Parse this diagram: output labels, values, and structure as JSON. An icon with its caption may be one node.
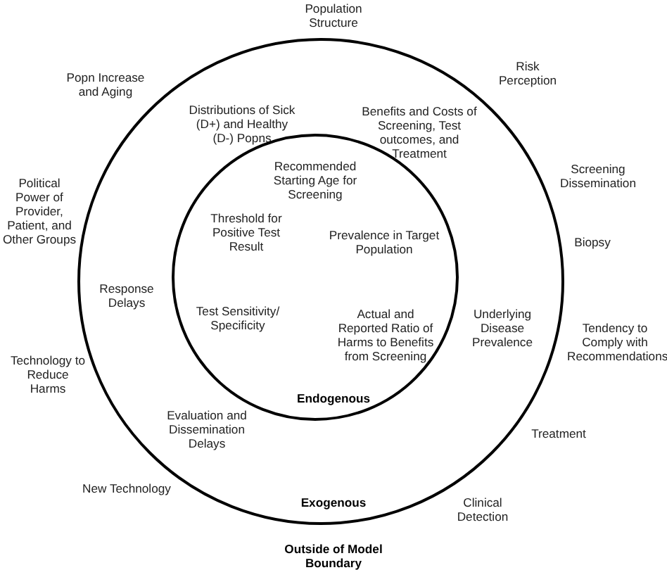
{
  "diagram": {
    "nodes": [
      {
        "text": [
          "Distributions of Sick (D+) and Healthy (D-) Popns",
          "Benefits and Costs of Screening, Test outcomes, and Treatment",
          "Response Delays",
          "Underlying Disease Prevalence",
          "Evaluation and Dissemination Delays",
          "Exogenous"
        ]
      },
      {
        "text": [
          "Recommended Starting Age for Screening",
          "Threshold for Positive Test Result",
          "Prevalence in Target Population",
          "Test Sensitivity/ Specificity",
          "Actual and Reported Ratio of Harms to Benefits from Screening",
          "Endogenous"
        ],
        "in": 0
      }
    ],
    "labels": [
      "Population Structure",
      "Popn Increase and Aging",
      "Risk Perception",
      "Political Power of Provider, Patient, and Other Groups",
      "Screening Dissemination",
      "Biopsy",
      "Technology to Reduce Harms",
      "Tendency to Comply with Recommendations",
      "Treatment",
      "New Technology",
      "Clinical Detection",
      "Outside of Model Boundary"
    ]
  }
}
